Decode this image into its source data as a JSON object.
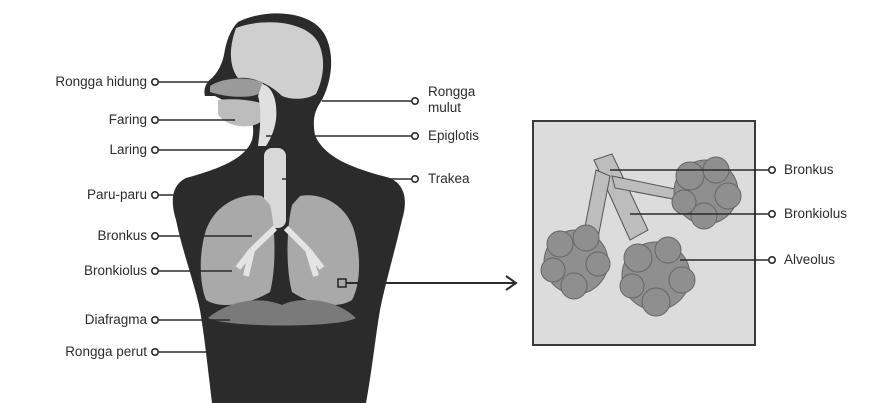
{
  "colors": {
    "body": "#2b2b2b",
    "head": "#cfcfcf",
    "lung": "#a9a9a9",
    "diaphragm": "#7a7a7a",
    "inset_bg": "#dcdcdc",
    "line": "#3a3a3a"
  },
  "left_labels": [
    {
      "key": "rongga_hidung",
      "text": "Rongga hidung"
    },
    {
      "key": "faring",
      "text": "Faring"
    },
    {
      "key": "laring",
      "text": "Laring"
    },
    {
      "key": "paru_paru",
      "text": "Paru-paru"
    },
    {
      "key": "bronkus",
      "text": "Bronkus"
    },
    {
      "key": "bronkiolus",
      "text": "Bronkiolus"
    },
    {
      "key": "diafragma",
      "text": "Diafragma"
    },
    {
      "key": "rongga_perut",
      "text": "Rongga perut"
    }
  ],
  "right_labels": [
    {
      "key": "rongga_mulut",
      "text": "Rongga\nmulut"
    },
    {
      "key": "epiglotis",
      "text": "Epiglotis"
    },
    {
      "key": "trakea",
      "text": "Trakea"
    }
  ],
  "inset_labels": [
    {
      "key": "bronkus",
      "text": "Bronkus"
    },
    {
      "key": "bronkiolus",
      "text": "Bronkiolus"
    },
    {
      "key": "alveolus",
      "text": "Alveolus"
    }
  ]
}
